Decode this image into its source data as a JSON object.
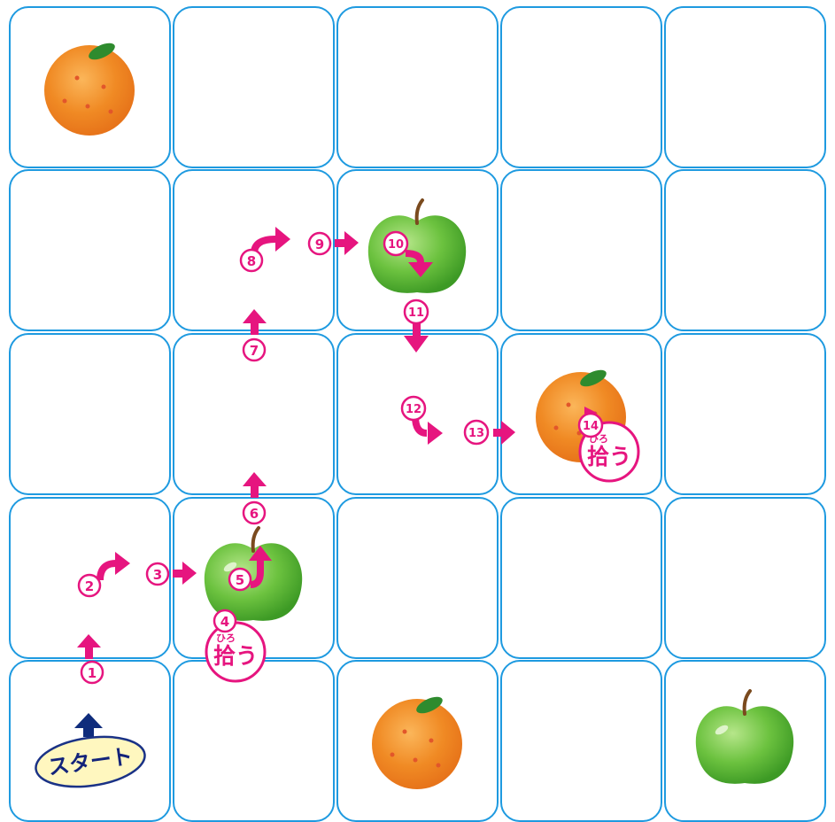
{
  "grid": {
    "rows": 5,
    "cols": 5
  },
  "colors": {
    "cell_border": "#1e9ae0",
    "path": "#e6157f",
    "start_arrow": "#0f2c7c",
    "start_fill": "#fff7bf",
    "orange": "#f08a24",
    "apple": "#6cc23f"
  },
  "items": [
    {
      "type": "orange",
      "row": 0,
      "col": 0
    },
    {
      "type": "apple",
      "row": 1,
      "col": 2
    },
    {
      "type": "orange",
      "row": 2,
      "col": 3
    },
    {
      "type": "apple",
      "row": 3,
      "col": 1
    },
    {
      "type": "orange",
      "row": 4,
      "col": 2
    },
    {
      "type": "apple",
      "row": 4,
      "col": 4
    }
  ],
  "start": {
    "label": "スタート",
    "row": 4,
    "col": 0
  },
  "pickup": {
    "kanji": "拾う",
    "ruby": "ひろ"
  },
  "steps": [
    {
      "n": "1",
      "action": "forward"
    },
    {
      "n": "2",
      "action": "turn-right"
    },
    {
      "n": "3",
      "action": "forward"
    },
    {
      "n": "4",
      "action": "pick"
    },
    {
      "n": "5",
      "action": "turn-left"
    },
    {
      "n": "6",
      "action": "forward"
    },
    {
      "n": "7",
      "action": "forward"
    },
    {
      "n": "8",
      "action": "turn-right"
    },
    {
      "n": "9",
      "action": "forward"
    },
    {
      "n": "10",
      "action": "turn-right"
    },
    {
      "n": "11",
      "action": "forward"
    },
    {
      "n": "12",
      "action": "turn-left"
    },
    {
      "n": "13",
      "action": "forward"
    },
    {
      "n": "14",
      "action": "pick"
    }
  ]
}
